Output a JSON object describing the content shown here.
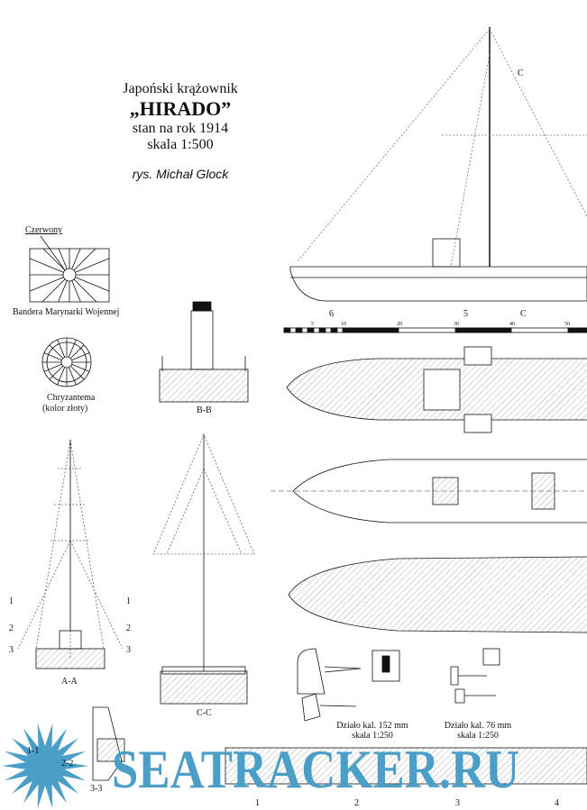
{
  "title": {
    "line1": "Japoński krążownik",
    "ship_name": "„HIRADO”",
    "state": "stan na rok 1914",
    "scale": "skala 1:500",
    "author": "rys. Michał Glock"
  },
  "flag": {
    "color_label": "Czerwony",
    "caption": "Bandera Marynarki Wojennej",
    "accent": "#000000"
  },
  "emblem": {
    "caption_line1": "Chryzantema",
    "caption_line2": "(kolor złoty)"
  },
  "sections": {
    "bb": "B-B",
    "aa": "A-A",
    "cc": "C-C",
    "s11": "1-1",
    "s22": "2-2",
    "s33": "3-3"
  },
  "section_markers": {
    "left": [
      "1",
      "2",
      "3"
    ],
    "right": [
      "1",
      "2",
      "3"
    ],
    "side_view": [
      "6",
      "5",
      "C"
    ],
    "c_top": "C"
  },
  "scale_bar": {
    "ticks": [
      "5",
      "10",
      "20",
      "30",
      "40",
      "50"
    ]
  },
  "frames": [
    "1",
    "2",
    "3",
    "4"
  ],
  "guns": [
    {
      "caption": "Działo kal. 152 mm",
      "scale": "skala 1:250"
    },
    {
      "caption": "Działo kal. 76 mm",
      "scale": "skala 1:250"
    }
  ],
  "watermark": "SEATRACKER.RU",
  "colors": {
    "watermark": "#4a9ec8",
    "line": "#111111"
  }
}
